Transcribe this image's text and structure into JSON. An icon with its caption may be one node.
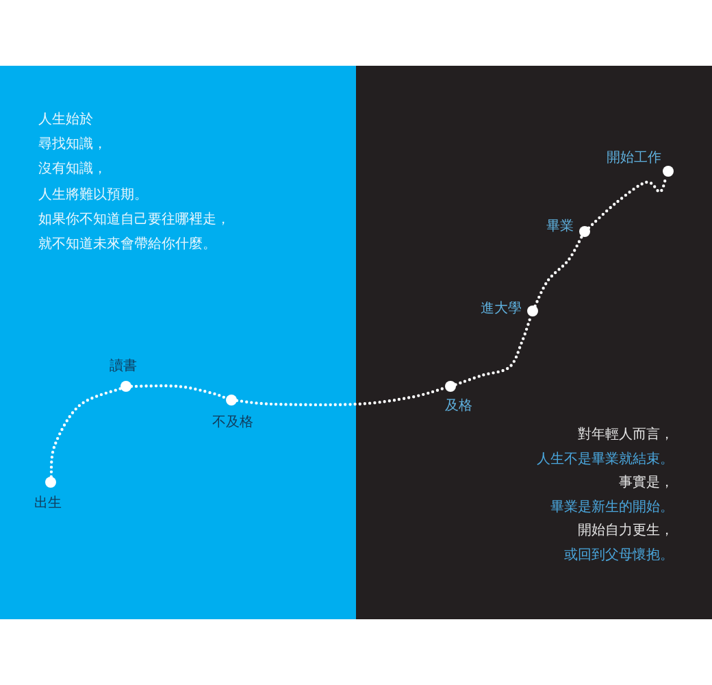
{
  "diagram": {
    "nodes": [
      {
        "text": [],
        "shape": "circle",
        "beside": [
          "出生"
        ]
      },
      {
        "text": [],
        "shape": "circle",
        "beside": [
          "讀書"
        ]
      },
      {
        "text": [],
        "shape": "circle",
        "beside": [
          "不及格"
        ]
      },
      {
        "text": [],
        "shape": "circle",
        "beside": [
          "及格"
        ]
      },
      {
        "text": [],
        "shape": "circle",
        "beside": [
          "進大學"
        ]
      },
      {
        "text": [],
        "shape": "circle",
        "beside": [
          "畢業"
        ]
      },
      {
        "text": [],
        "shape": "circle",
        "beside": [
          "開始工作"
        ]
      }
    ],
    "edges": [
      {
        "from": 0,
        "to": 1,
        "arrow": "none",
        "style": "dashed"
      },
      {
        "from": 1,
        "to": 2,
        "arrow": "none",
        "style": "dashed"
      },
      {
        "from": 2,
        "to": 3,
        "arrow": "none",
        "style": "dashed"
      },
      {
        "from": 3,
        "to": 4,
        "arrow": "none",
        "style": "dashed"
      },
      {
        "from": 4,
        "to": 5,
        "arrow": "none",
        "style": "dashed"
      },
      {
        "from": 5,
        "to": 6,
        "arrow": "none",
        "style": "dashed"
      }
    ],
    "labels": [
      "人生始於",
      "尋找知識，",
      "沒有知識，",
      "人生將難以預期。",
      "如果你不知道自己要往哪裡走，",
      "就不知道未來會帶給你什麼。",
      "對年輕人而言，",
      "人生不是畢業就結束。",
      "事實是，",
      "畢業是新生的開始。",
      "開始自力更生，",
      "或回到父母懷抱。"
    ]
  }
}
